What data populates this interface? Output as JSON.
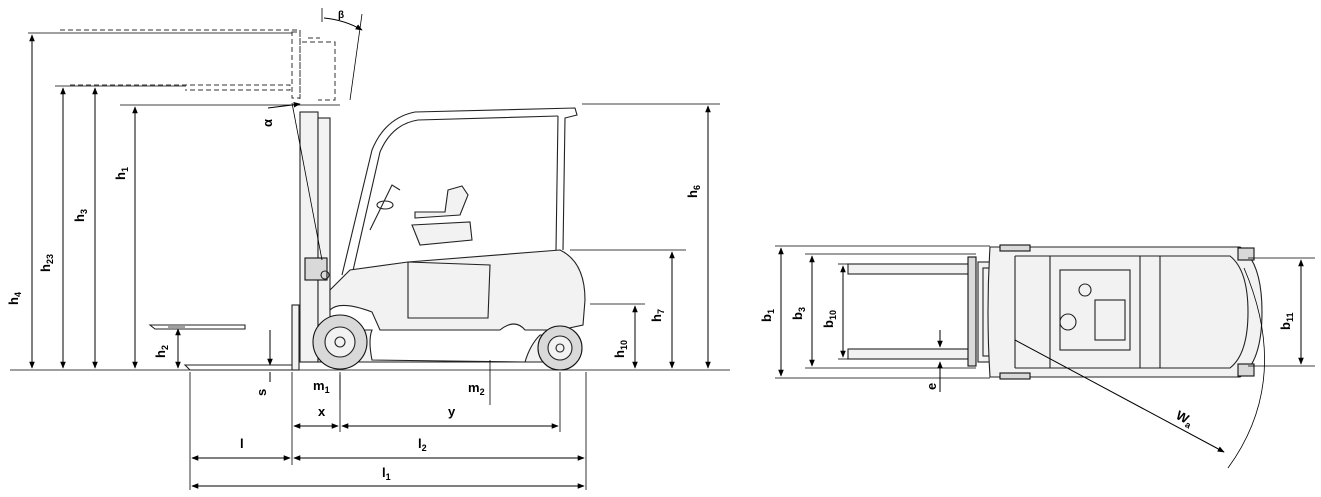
{
  "side_view": {
    "labels": {
      "h4": {
        "base": "h",
        "sub": "4"
      },
      "h23": {
        "base": "h",
        "sub": "23"
      },
      "h3": {
        "base": "h",
        "sub": "3"
      },
      "h1": {
        "base": "h",
        "sub": "1"
      },
      "h2": {
        "base": "h",
        "sub": "2"
      },
      "s": {
        "base": "s",
        "sub": ""
      },
      "alpha": {
        "base": "α",
        "sub": ""
      },
      "beta": {
        "base": "β",
        "sub": ""
      },
      "h6": {
        "base": "h",
        "sub": "6"
      },
      "h7": {
        "base": "h",
        "sub": "7"
      },
      "h10": {
        "base": "h",
        "sub": "10"
      },
      "m1": {
        "base": "m",
        "sub": "1"
      },
      "m2": {
        "base": "m",
        "sub": "2"
      },
      "x": {
        "base": "x",
        "sub": ""
      },
      "y": {
        "base": "y",
        "sub": ""
      },
      "l": {
        "base": "l",
        "sub": ""
      },
      "l2": {
        "base": "l",
        "sub": "2"
      },
      "l1": {
        "base": "l",
        "sub": "1"
      }
    }
  },
  "top_view": {
    "labels": {
      "b1": {
        "base": "b",
        "sub": "1"
      },
      "b3": {
        "base": "b",
        "sub": "3"
      },
      "b10": {
        "base": "b",
        "sub": "10"
      },
      "e": {
        "base": "e",
        "sub": ""
      },
      "b11": {
        "base": "b",
        "sub": "11"
      },
      "wa": {
        "base": "W",
        "sub": "a"
      }
    }
  }
}
